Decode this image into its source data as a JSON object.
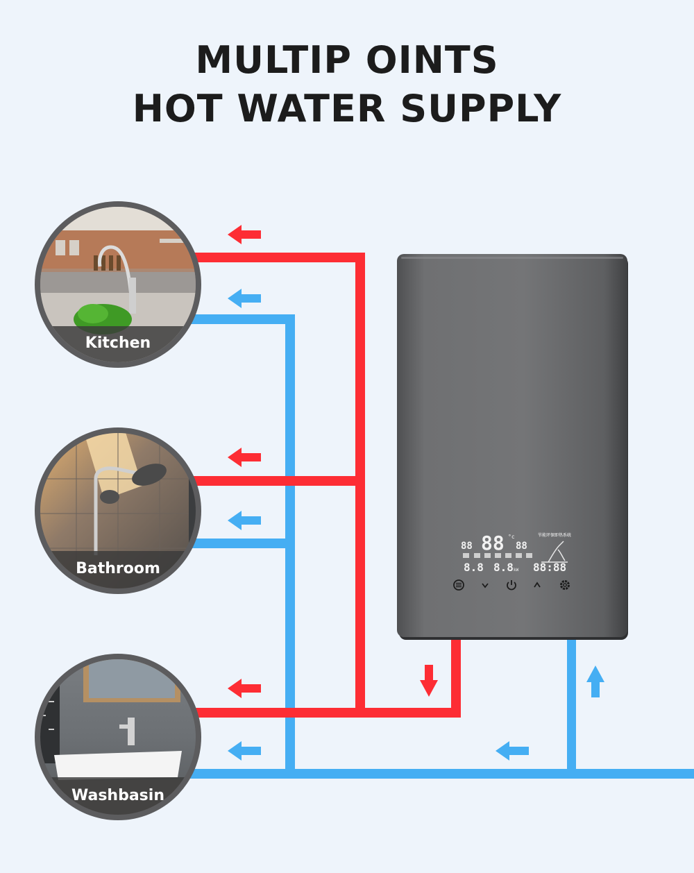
{
  "title": {
    "line1": "MULTIP OINTS",
    "line2": "HOT WATER SUPPLY"
  },
  "outlets": [
    {
      "label": "Kitchen",
      "icon": "kitchen-faucet-photo"
    },
    {
      "label": "Bathroom",
      "icon": "shower-head-photo"
    },
    {
      "label": "Washbasin",
      "icon": "washbasin-photo"
    }
  ],
  "colors": {
    "hot_water": "#fd2d34",
    "cold_water": "#45aef3",
    "heater_body": "#6a6b6d",
    "background": "#eef4fb"
  },
  "heater": {
    "display": {
      "main_temp": "88",
      "set_temp": "88",
      "small_temp": "88",
      "flow": "8.8",
      "power": "8.8",
      "time": "88:88",
      "top_text": "节能环保即热系统"
    },
    "buttons": [
      "menu-icon",
      "chevron-down-icon",
      "power-icon",
      "chevron-up-icon",
      "gear-icon"
    ]
  }
}
